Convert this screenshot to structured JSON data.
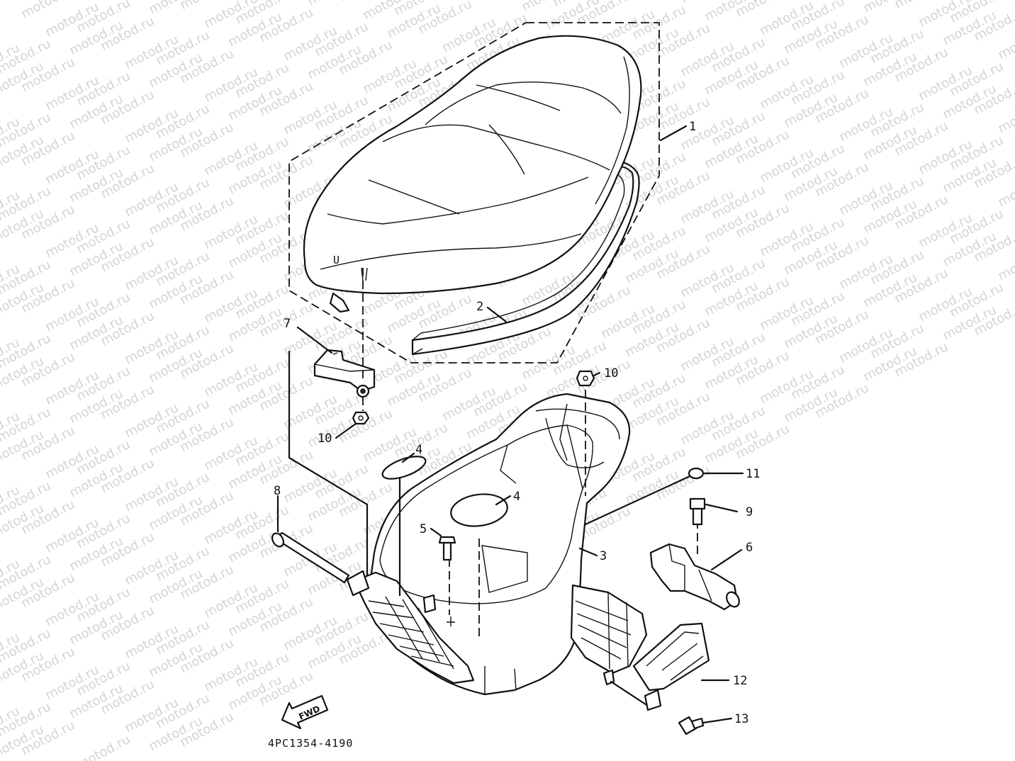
{
  "watermark": {
    "text": "motod.ru",
    "color": "#d4d4d4"
  },
  "diagram": {
    "drawing_code": "4PC1354-4190",
    "direction_label": "FWD",
    "callouts": [
      {
        "id": "1",
        "label": "1",
        "part": "seat-assembly"
      },
      {
        "id": "2",
        "label": "2",
        "part": "seat-trim-strip"
      },
      {
        "id": "3",
        "label": "3",
        "part": "storage-box"
      },
      {
        "id": "4a",
        "label": "4",
        "part": "cushion-pad"
      },
      {
        "id": "4b",
        "label": "4",
        "part": "cushion-pad"
      },
      {
        "id": "5",
        "label": "5",
        "part": "bolt"
      },
      {
        "id": "6",
        "label": "6",
        "part": "seat-lock"
      },
      {
        "id": "7",
        "label": "7",
        "part": "hinge"
      },
      {
        "id": "8",
        "label": "8",
        "part": "hinge-bolt"
      },
      {
        "id": "9",
        "label": "9",
        "part": "bolt"
      },
      {
        "id": "10a",
        "label": "10",
        "part": "nut"
      },
      {
        "id": "10b",
        "label": "10",
        "part": "nut"
      },
      {
        "id": "11",
        "label": "11",
        "part": "washer"
      },
      {
        "id": "12",
        "label": "12",
        "part": "cover"
      },
      {
        "id": "13",
        "label": "13",
        "part": "screw"
      }
    ]
  }
}
